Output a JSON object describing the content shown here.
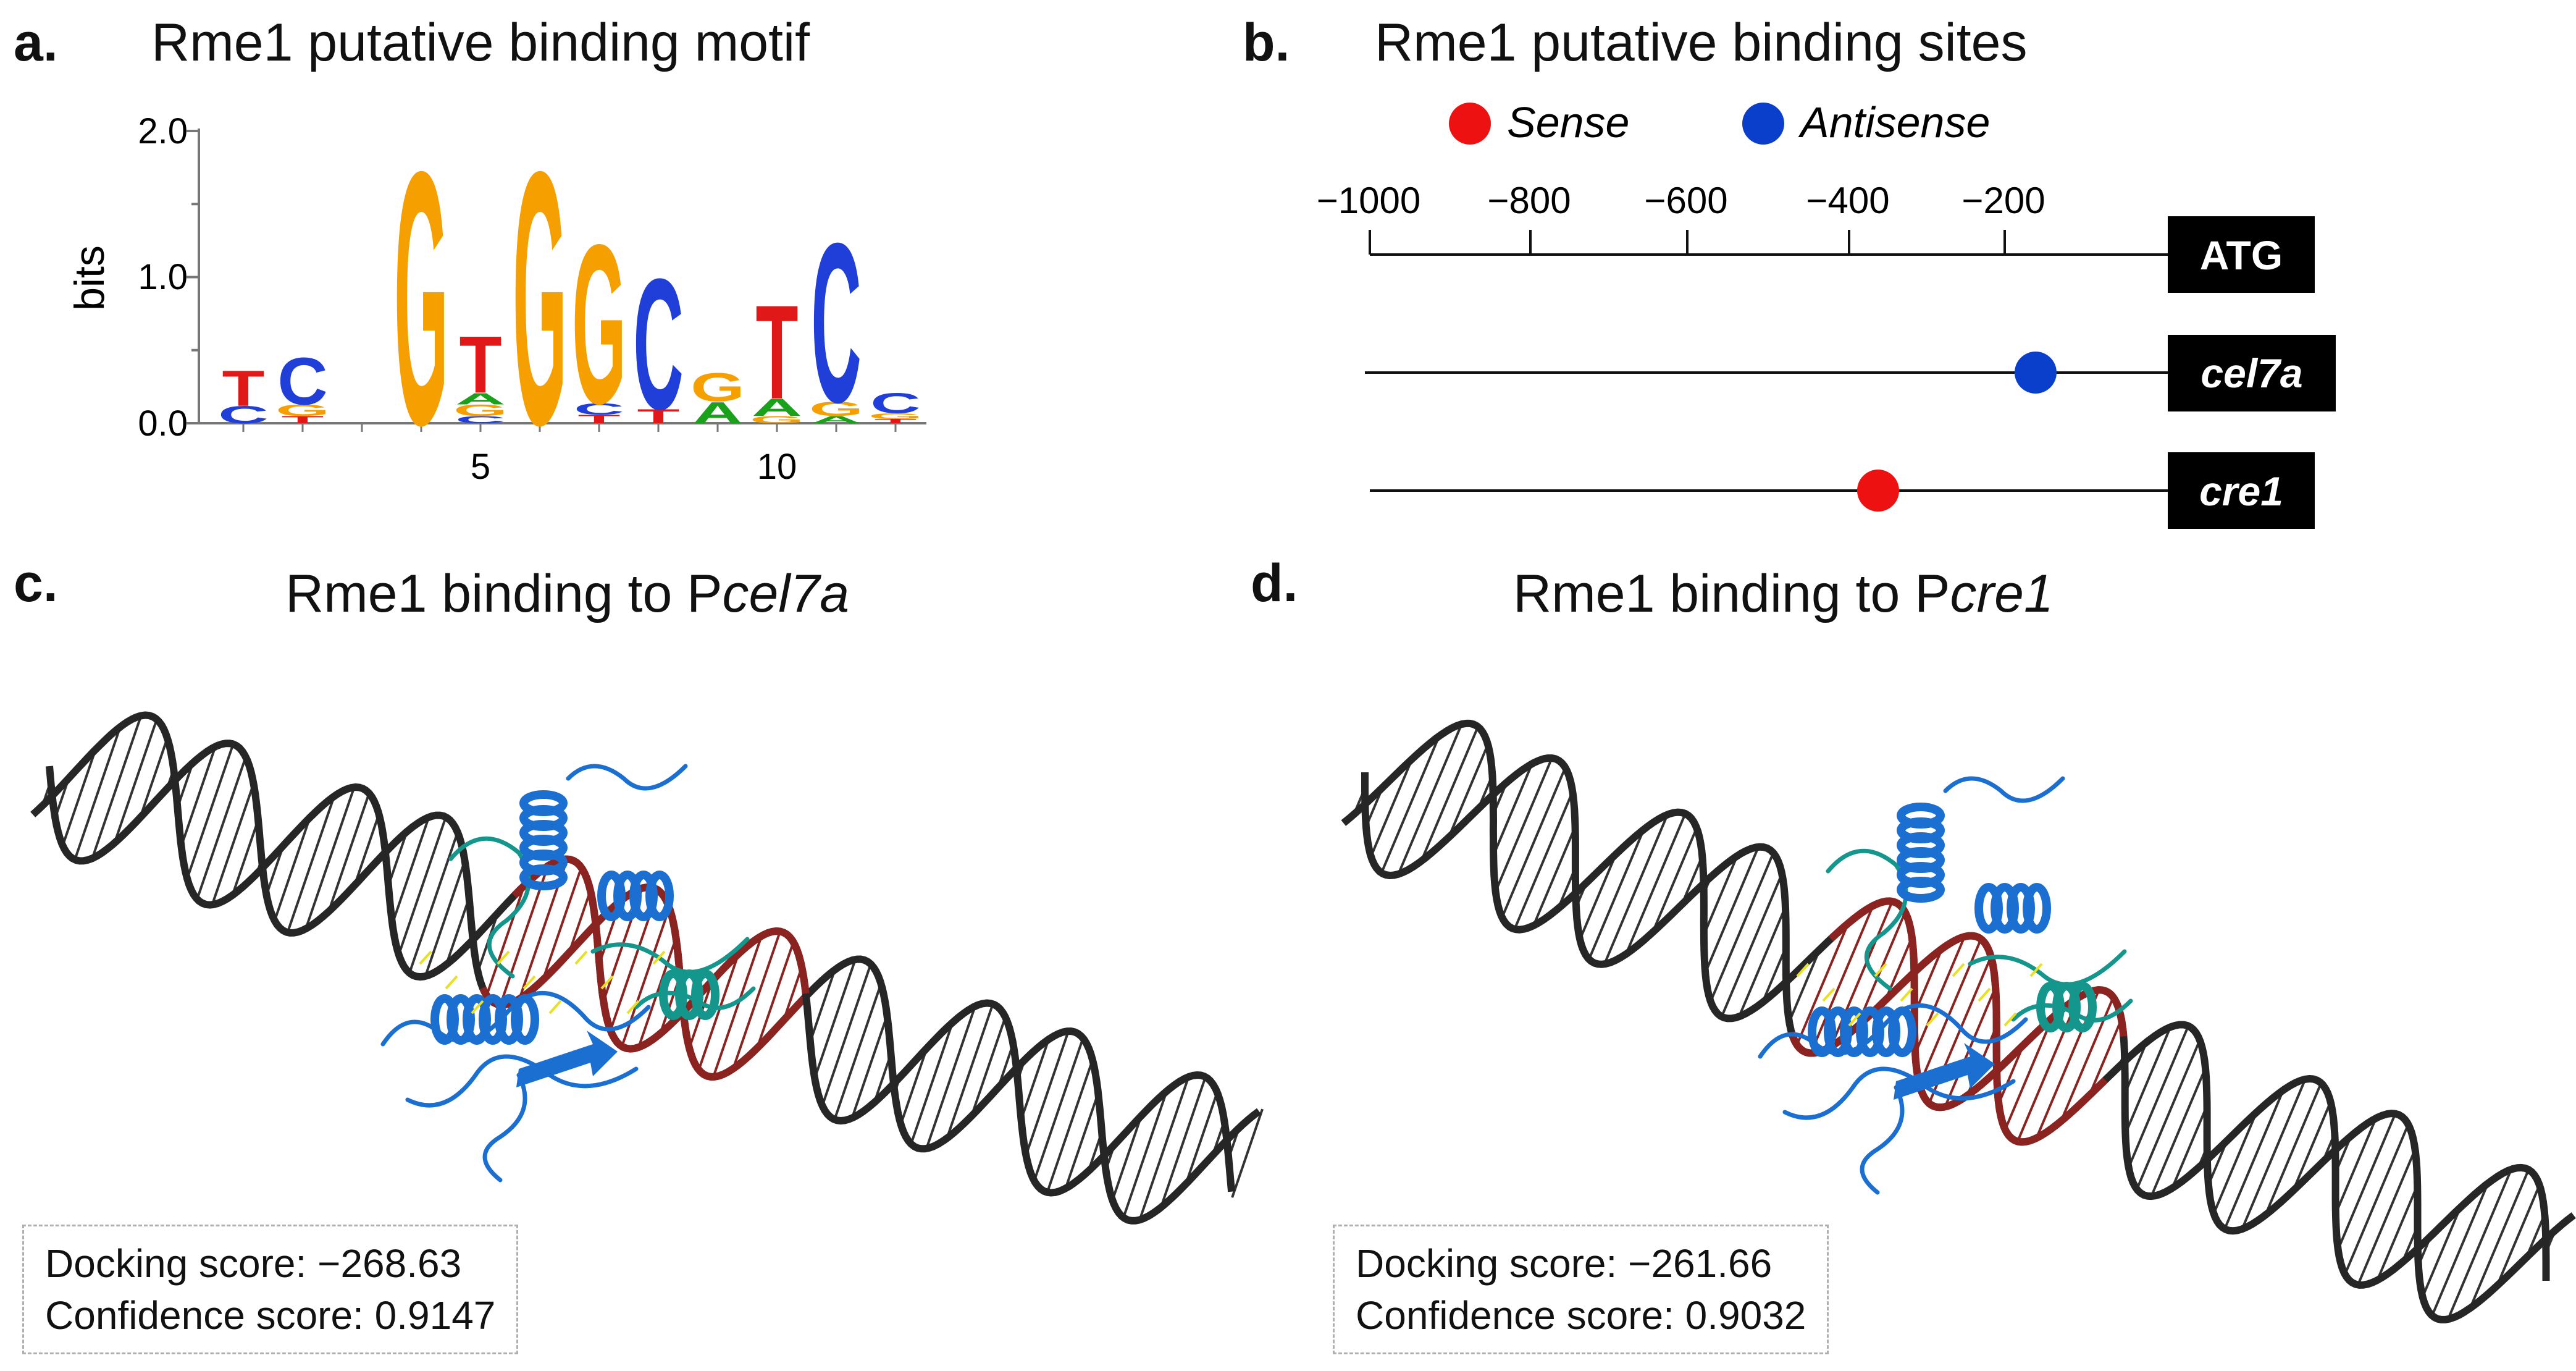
{
  "panel_a": {
    "letter": "a.",
    "title": "Rme1 putative binding motif",
    "ylabel": "bits",
    "yticks": [
      "2.0",
      "1.0",
      "0.0"
    ],
    "xticks": [
      "5",
      "10"
    ],
    "chart_data": {
      "type": "bar",
      "title": "Rme1 putative binding motif",
      "ylabel": "bits",
      "ylim": [
        0,
        2
      ],
      "positions": [
        1,
        2,
        3,
        4,
        5,
        6,
        7,
        8,
        9,
        10,
        11,
        12
      ],
      "letters": [
        [
          {
            "base": "T",
            "bits": 0.25
          },
          {
            "base": "C",
            "bits": 0.12
          }
        ],
        [
          {
            "base": "C",
            "bits": 0.33
          },
          {
            "base": "G",
            "bits": 0.08
          },
          {
            "base": "T",
            "bits": 0.05
          }
        ],
        [],
        [
          {
            "base": "G",
            "bits": 1.78
          }
        ],
        [
          {
            "base": "T",
            "bits": 0.4
          },
          {
            "base": "G",
            "bits": 0.08
          },
          {
            "base": "C",
            "bits": 0.05
          },
          {
            "base": "A",
            "bits": 0.08
          }
        ],
        [
          {
            "base": "G",
            "bits": 1.78
          }
        ],
        [
          {
            "base": "G",
            "bits": 1.12
          },
          {
            "base": "C",
            "bits": 0.08
          },
          {
            "base": "T",
            "bits": 0.06
          }
        ],
        [
          {
            "base": "C",
            "bits": 0.92
          },
          {
            "base": "T",
            "bits": 0.1
          }
        ],
        [
          {
            "base": "G",
            "bits": 0.2
          },
          {
            "base": "A",
            "bits": 0.15
          }
        ],
        [
          {
            "base": "T",
            "bits": 0.66
          },
          {
            "base": "A",
            "bits": 0.12
          },
          {
            "base": "G",
            "bits": 0.05
          }
        ],
        [
          {
            "base": "C",
            "bits": 1.12
          },
          {
            "base": "G",
            "bits": 0.1
          },
          {
            "base": "A",
            "bits": 0.05
          }
        ],
        [
          {
            "base": "C",
            "bits": 0.14
          },
          {
            "base": "G",
            "bits": 0.04
          },
          {
            "base": "T",
            "bits": 0.03
          }
        ]
      ]
    }
  },
  "panel_b": {
    "letter": "b.",
    "title": "Rme1 putative binding sites",
    "legend": [
      {
        "label": "Sense",
        "color": "#ee1111"
      },
      {
        "label": "Antisense",
        "color": "#0a3fcc"
      }
    ],
    "axis_ticks": [
      "−1000",
      "−800",
      "−600",
      "−400",
      "−200"
    ],
    "genes": [
      "ATG",
      "cel7a",
      "cre1"
    ],
    "chart_data": {
      "type": "scatter",
      "title": "Rme1 putative binding sites",
      "xlim": [
        -1000,
        0
      ],
      "series": [
        {
          "name": "Antisense",
          "points": [
            {
              "gene": "cel7a",
              "x": -160
            }
          ]
        },
        {
          "name": "Sense",
          "points": [
            {
              "gene": "cre1",
              "x": -360
            }
          ]
        }
      ]
    }
  },
  "panel_c": {
    "letter": "c.",
    "title_prefix": "Rme1 binding to P",
    "title_italic": "cel7a",
    "docking": "Docking score: −268.63",
    "confidence": "Confidence score: 0.9147"
  },
  "panel_d": {
    "letter": "d.",
    "title_prefix": "Rme1 binding to P",
    "title_italic": "cre1",
    "docking": "Docking score: −261.66",
    "confidence": "Confidence score: 0.9032"
  },
  "colors": {
    "A": "#1aa01a",
    "C": "#1f3fd8",
    "G": "#f5a000",
    "T": "#e01818",
    "dna": "#262626",
    "dna_bound": "#8b2420",
    "protein": "#1a6fd0",
    "protein_teal": "#14968c"
  }
}
